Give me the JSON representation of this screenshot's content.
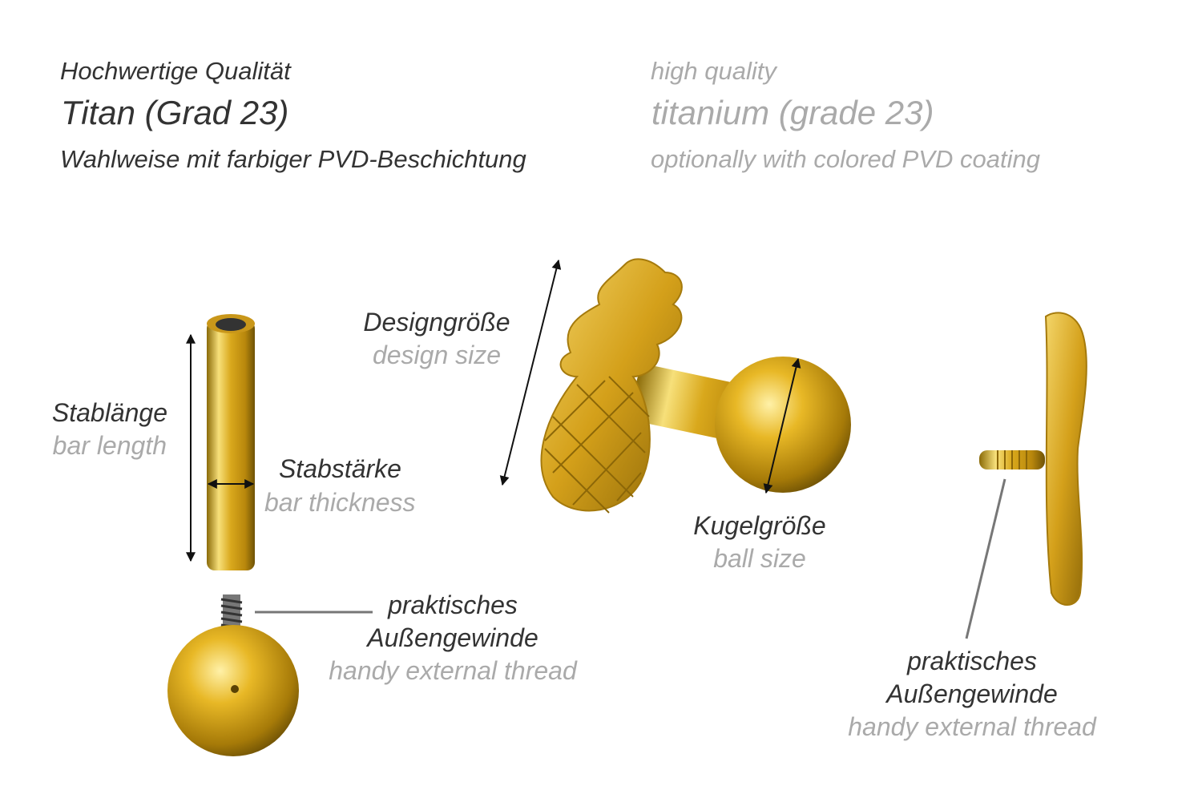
{
  "header": {
    "de": {
      "quality": "Hochwertige Qualität",
      "material": "Titan (Grad 23)",
      "coating": "Wahlweise mit farbiger PVD-Beschichtung"
    },
    "en": {
      "quality": "high quality",
      "material": "titanium (grade 23)",
      "coating": "optionally with colored PVD coating"
    }
  },
  "labels": {
    "bar_length": {
      "de": "Stablänge",
      "en": "bar length"
    },
    "bar_thickness": {
      "de": "Stabstärke",
      "en": "bar thickness"
    },
    "design_size": {
      "de": "Designgröße",
      "en": "design size"
    },
    "ball_size": {
      "de": "Kugelgröße",
      "en": "ball size"
    },
    "thread_left": {
      "de1": "praktisches",
      "de2": "Außengewinde",
      "en": "handy external thread"
    },
    "thread_right": {
      "de1": "praktisches",
      "de2": "Außengewinde",
      "en": "handy external thread"
    }
  },
  "colors": {
    "dark_text": "#333333",
    "light_text": "#aaaaaa",
    "gold": "#d9a81c"
  }
}
